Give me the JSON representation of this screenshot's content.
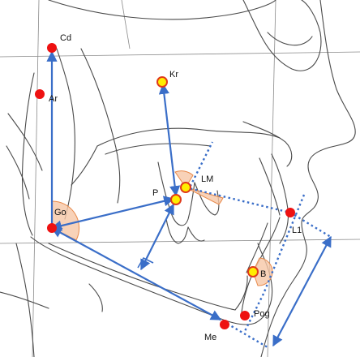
{
  "colors": {
    "measure_line": "#3a6ec8",
    "point_red": "#ee1111",
    "point_yellow": "#ffee00",
    "point_outline": "#e03a1a",
    "angle_fill": "#f6c7a6",
    "angle_stroke": "#e8894a",
    "trace": "#4a4a4a"
  },
  "landmarks": {
    "cd": {
      "label": "Cd"
    },
    "ar": {
      "label": "Ar"
    },
    "kr": {
      "label": "Kr"
    },
    "go": {
      "label": "Go"
    },
    "p": {
      "label": "P"
    },
    "lm": {
      "label": "LM"
    },
    "l1": {
      "label": "L1"
    },
    "b": {
      "label": "B"
    },
    "pog": {
      "label": "Pog"
    },
    "me": {
      "label": "Me"
    }
  }
}
